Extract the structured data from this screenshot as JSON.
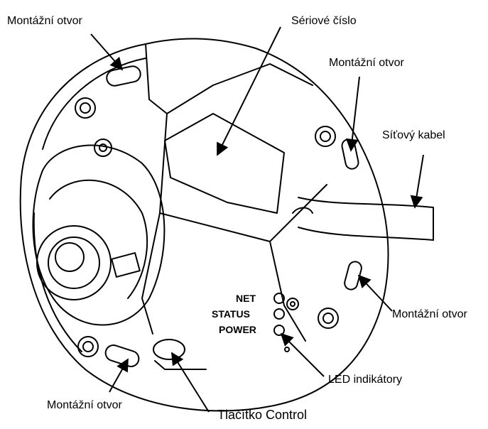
{
  "diagram": {
    "labels": {
      "mount_top_left": "Montážní otvor",
      "serial": "Sériové číslo",
      "mount_top_right": "Montážní otvor",
      "network_cable": "Síťový kabel",
      "mount_right": "Montážní otvor",
      "led_indicators": "LED indikátory",
      "mount_bottom_left": "Montážní otvor",
      "control_button": "Tlačítko Control"
    },
    "leds": [
      "NET",
      "STATUS",
      "POWER"
    ],
    "colors": {
      "line": "#000000",
      "background": "#ffffff"
    }
  }
}
